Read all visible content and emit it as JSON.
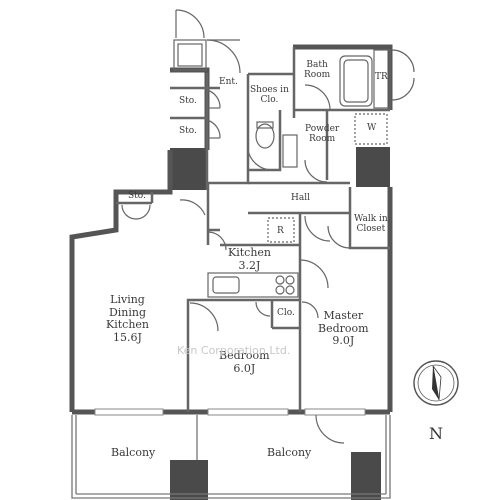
{
  "rooms": {
    "entrance": "Ent.",
    "storage_upper": "Sto.",
    "storage_lower": "Sto.",
    "storage_living": "Sto.",
    "shoes_closet": "Shoes in\nClo.",
    "bath_room": "Bath\nRoom",
    "trunk_room": "TR",
    "powder_room": "Powder\nRoom",
    "washer": "W",
    "hall": "Hall",
    "walk_in_closet": "Walk in\nCloset",
    "refrigerator": "R",
    "kitchen": "Kitchen\n3.2J",
    "living_dining_kitchen": "Living\nDining\nKitchen\n15.6J",
    "closet": "Clo.",
    "bedroom": "Bedroom\n6.0J",
    "master_bedroom": "Master\nBedroom\n9.0J",
    "balcony_left": "Balcony",
    "balcony_right": "Balcony"
  },
  "watermark": "Ken Corporation Ltd.",
  "compass": {
    "label": "N"
  },
  "colors": {
    "wall": "#555555",
    "column": "#4a4a4a",
    "line": "#666666"
  }
}
